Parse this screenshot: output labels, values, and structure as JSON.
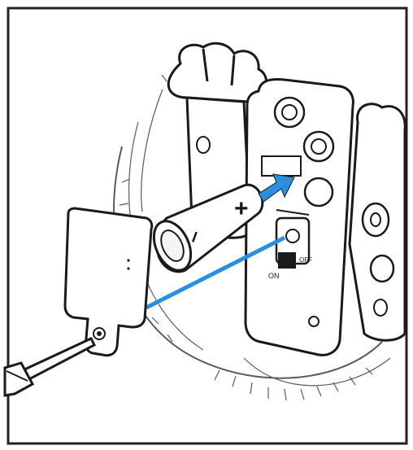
{
  "figure": {
    "kind": "assembly-instruction-illustration",
    "panel_border_color": "#222222",
    "arrow_color": "#2a8fe0",
    "fur_color": "#5a5a5a",
    "line_color": "#1a1a1a",
    "battery_polarity_plus": "+",
    "battery_polarity_minus": "–",
    "compartment_caption_left": "ON",
    "compartment_caption_right": "OFF",
    "icons": [
      "screwdriver-icon",
      "battery-icon",
      "switch-icon"
    ]
  }
}
